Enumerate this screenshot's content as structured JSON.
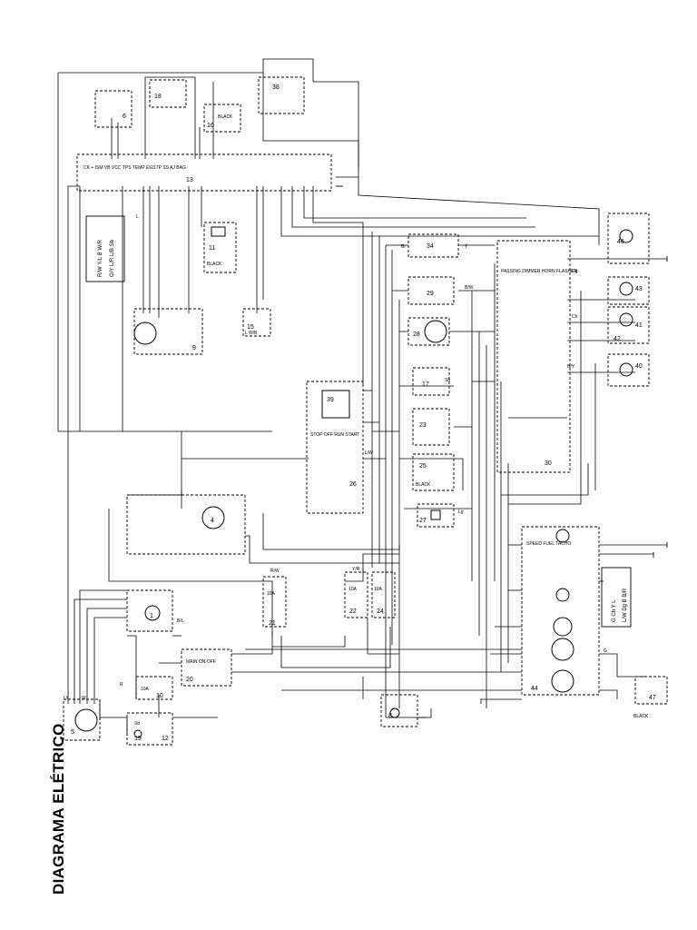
{
  "title": "DIAGRAMA ELÉTRICO",
  "components": [
    {
      "id": "c1",
      "label": "1",
      "text": ""
    },
    {
      "id": "c4",
      "label": "4",
      "text": ""
    },
    {
      "id": "c5",
      "label": "5",
      "text": ""
    },
    {
      "id": "c6",
      "label": "6",
      "text": ""
    },
    {
      "id": "c8",
      "label": "8",
      "text": ""
    },
    {
      "id": "c9",
      "label": "9",
      "text": ""
    },
    {
      "id": "c10",
      "label": "10",
      "text": "10A"
    },
    {
      "id": "c11",
      "label": "11",
      "text": "BLACK"
    },
    {
      "id": "c12",
      "label": "12",
      "text": ""
    },
    {
      "id": "c13",
      "label": "13",
      "text": "CK +  ISM  VB  VCC  TPS  TEMP  EGSTP  SS  AJ  BAG"
    },
    {
      "id": "c15",
      "label": "15",
      "text": "L W/B"
    },
    {
      "id": "c16",
      "label": "16",
      "text": "BLACK"
    },
    {
      "id": "c17",
      "label": "17",
      "text": ""
    },
    {
      "id": "c18",
      "label": "18",
      "text": ""
    },
    {
      "id": "c19",
      "label": "19",
      "text": ""
    },
    {
      "id": "c20",
      "label": "20",
      "text": "MAIN ON OFF"
    },
    {
      "id": "c21",
      "label": "21",
      "text": "10A"
    },
    {
      "id": "c22",
      "label": "22",
      "text": "10A"
    },
    {
      "id": "c23",
      "label": "23",
      "text": ""
    },
    {
      "id": "c24",
      "label": "24",
      "text": "10A"
    },
    {
      "id": "c25",
      "label": "25",
      "text": "BLACK"
    },
    {
      "id": "c26",
      "label": "26",
      "text": ""
    },
    {
      "id": "c27",
      "label": "27",
      "text": ""
    },
    {
      "id": "c28",
      "label": "28",
      "text": ""
    },
    {
      "id": "c29",
      "label": "29",
      "text": ""
    },
    {
      "id": "c30",
      "label": "30",
      "text": "PASSING  DIMMER  HORN  FLASHER"
    },
    {
      "id": "c34",
      "label": "34",
      "text": ""
    },
    {
      "id": "c38",
      "label": "38",
      "text": ""
    },
    {
      "id": "c39",
      "label": "39",
      "text": "STOP  OFF RUN  START"
    },
    {
      "id": "c40",
      "label": "40",
      "text": ""
    },
    {
      "id": "c41",
      "label": "41",
      "text": ""
    },
    {
      "id": "c42",
      "label": "42",
      "text": ""
    },
    {
      "id": "c43",
      "label": "43",
      "text": ""
    },
    {
      "id": "c44",
      "label": "44",
      "text": "SPEED  FUEL  TACHO"
    },
    {
      "id": "c46",
      "label": "46",
      "text": ""
    },
    {
      "id": "c47",
      "label": "47",
      "text": "BLACK"
    }
  ],
  "legend_boxes": [
    {
      "id": "legend-left",
      "lines": [
        "R/W Y/L B W/R",
        "G/Y L/R L/B Sb"
      ]
    },
    {
      "id": "legend-right",
      "lines": [
        "G Ch Y L",
        "L/W Dg B B/R"
      ]
    }
  ],
  "wire_labels": [
    "LY",
    "Sb",
    "W",
    "R",
    "B/L",
    "R/W",
    "L",
    "Y/R",
    "Br",
    "B/Y",
    "G",
    "Y",
    "B/W",
    "Dg",
    "Ch",
    "L/W",
    "Lg",
    "Sb"
  ],
  "colors": {
    "line": "#000000",
    "background": "#ffffff"
  }
}
